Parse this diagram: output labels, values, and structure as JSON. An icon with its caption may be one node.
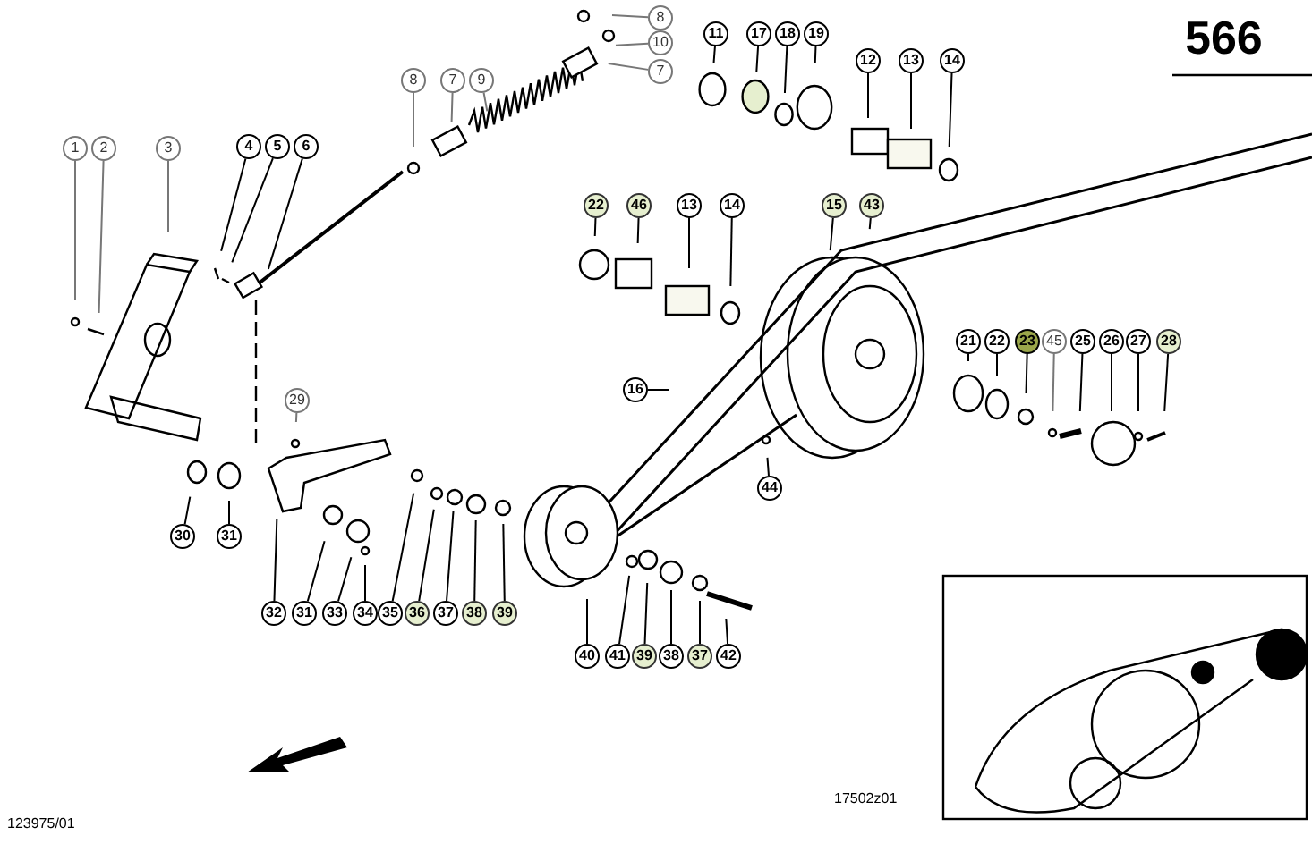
{
  "diagram": {
    "nodes": [
      {
        "text": [
          "1"
        ]
      },
      {
        "text": [
          "2"
        ]
      },
      {
        "text": [
          "3"
        ]
      },
      {
        "text": [
          "4"
        ]
      },
      {
        "text": [
          "5"
        ]
      },
      {
        "text": [
          "6"
        ]
      },
      {
        "text": [
          "8"
        ]
      },
      {
        "text": [
          "7"
        ]
      },
      {
        "text": [
          "9"
        ]
      },
      {
        "text": [
          "8"
        ]
      },
      {
        "text": [
          "10"
        ]
      },
      {
        "text": [
          "7"
        ]
      },
      {
        "text": [
          "11"
        ]
      },
      {
        "text": [
          "17"
        ]
      },
      {
        "text": [
          "18"
        ]
      },
      {
        "text": [
          "19"
        ]
      },
      {
        "text": [
          "12"
        ]
      },
      {
        "text": [
          "13"
        ]
      },
      {
        "text": [
          "14"
        ]
      },
      {
        "text": [
          "22"
        ]
      },
      {
        "text": [
          "46"
        ]
      },
      {
        "text": [
          "13"
        ]
      },
      {
        "text": [
          "14"
        ]
      },
      {
        "text": [
          "15"
        ]
      },
      {
        "text": [
          "43"
        ]
      },
      {
        "text": [
          "21"
        ]
      },
      {
        "text": [
          "22"
        ]
      },
      {
        "text": [
          "23"
        ]
      },
      {
        "text": [
          "45"
        ]
      },
      {
        "text": [
          "25"
        ]
      },
      {
        "text": [
          "26"
        ]
      },
      {
        "text": [
          "27"
        ]
      },
      {
        "text": [
          "28"
        ]
      },
      {
        "text": [
          "16"
        ]
      },
      {
        "text": [
          "29"
        ]
      },
      {
        "text": [
          "30"
        ]
      },
      {
        "text": [
          "31"
        ]
      },
      {
        "text": [
          "44"
        ]
      },
      {
        "text": [
          "32"
        ]
      },
      {
        "text": [
          "31"
        ]
      },
      {
        "text": [
          "33"
        ]
      },
      {
        "text": [
          "34"
        ]
      },
      {
        "text": [
          "35"
        ]
      },
      {
        "text": [
          "36"
        ]
      },
      {
        "text": [
          "37"
        ]
      },
      {
        "text": [
          "38"
        ]
      },
      {
        "text": [
          "39"
        ]
      },
      {
        "text": [
          "40"
        ]
      },
      {
        "text": [
          "41"
        ]
      },
      {
        "text": [
          "39"
        ]
      },
      {
        "text": [
          "38"
        ]
      },
      {
        "text": [
          "37"
        ]
      },
      {
        "text": [
          "42"
        ]
      }
    ],
    "edges": [
      {
        "from": 0,
        "to": null,
        "arrow": "none",
        "color": "#777777"
      },
      {
        "from": 1,
        "to": null,
        "arrow": "none",
        "color": "#777777"
      },
      {
        "from": 2,
        "to": null,
        "arrow": "none",
        "color": "#777777"
      },
      {
        "from": 3,
        "to": null,
        "arrow": "none"
      },
      {
        "from": 4,
        "to": null,
        "arrow": "none"
      },
      {
        "from": 5,
        "to": null,
        "arrow": "none"
      },
      {
        "from": 6,
        "to": null,
        "arrow": "none",
        "color": "#777777"
      },
      {
        "from": 7,
        "to": null,
        "arrow": "none",
        "color": "#777777"
      },
      {
        "from": 8,
        "to": null,
        "arrow": "none",
        "color": "#777777"
      },
      {
        "from": 9,
        "to": null,
        "arrow": "none",
        "color": "#777777"
      },
      {
        "from": 10,
        "to": null,
        "arrow": "none",
        "color": "#777777"
      },
      {
        "from": 11,
        "to": null,
        "arrow": "none",
        "color": "#777777"
      },
      {
        "from": 12,
        "to": null,
        "arrow": "none"
      },
      {
        "from": 13,
        "to": null,
        "arrow": "none"
      },
      {
        "from": 14,
        "to": null,
        "arrow": "none"
      },
      {
        "from": 15,
        "to": null,
        "arrow": "none"
      },
      {
        "from": 16,
        "to": null,
        "arrow": "none"
      },
      {
        "from": 17,
        "to": null,
        "arrow": "none"
      },
      {
        "from": 18,
        "to": null,
        "arrow": "none"
      },
      {
        "from": 19,
        "to": null,
        "arrow": "none"
      },
      {
        "from": 20,
        "to": null,
        "arrow": "none"
      },
      {
        "from": 21,
        "to": null,
        "arrow": "none"
      },
      {
        "from": 22,
        "to": null,
        "arrow": "none"
      },
      {
        "from": 23,
        "to": null,
        "arrow": "none"
      },
      {
        "from": 24,
        "to": null,
        "arrow": "none"
      },
      {
        "from": 25,
        "to": null,
        "arrow": "none"
      },
      {
        "from": 26,
        "to": null,
        "arrow": "none"
      },
      {
        "from": 27,
        "to": null,
        "arrow": "none"
      },
      {
        "from": 28,
        "to": null,
        "arrow": "none",
        "color": "#777777"
      },
      {
        "from": 29,
        "to": null,
        "arrow": "none"
      },
      {
        "from": 30,
        "to": null,
        "arrow": "none"
      },
      {
        "from": 31,
        "to": null,
        "arrow": "none"
      },
      {
        "from": 32,
        "to": null,
        "arrow": "none"
      },
      {
        "from": 33,
        "to": null,
        "arrow": "none"
      },
      {
        "from": 34,
        "to": null,
        "arrow": "none",
        "color": "#777777"
      },
      {
        "from": 35,
        "to": null,
        "arrow": "none"
      },
      {
        "from": 36,
        "to": null,
        "arrow": "none"
      },
      {
        "from": 37,
        "to": null,
        "arrow": "none"
      },
      {
        "from": 38,
        "to": null,
        "arrow": "none"
      },
      {
        "from": 39,
        "to": null,
        "arrow": "none"
      },
      {
        "from": 40,
        "to": null,
        "arrow": "none"
      },
      {
        "from": 41,
        "to": null,
        "arrow": "none"
      },
      {
        "from": 42,
        "to": null,
        "arrow": "none"
      },
      {
        "from": 43,
        "to": null,
        "arrow": "none"
      },
      {
        "from": 44,
        "to": null,
        "arrow": "none"
      },
      {
        "from": 45,
        "to": null,
        "arrow": "none"
      },
      {
        "from": 46,
        "to": null,
        "arrow": "none"
      },
      {
        "from": 47,
        "to": null,
        "arrow": "none"
      },
      {
        "from": 48,
        "to": null,
        "arrow": "none"
      },
      {
        "from": 49,
        "to": null,
        "arrow": "none"
      },
      {
        "from": 50,
        "to": null,
        "arrow": "none"
      },
      {
        "from": 51,
        "to": null,
        "arrow": "none"
      },
      {
        "from": 52,
        "to": null,
        "arrow": "none"
      }
    ],
    "labels": [
      "566",
      "123975/01",
      "17502z01"
    ]
  }
}
